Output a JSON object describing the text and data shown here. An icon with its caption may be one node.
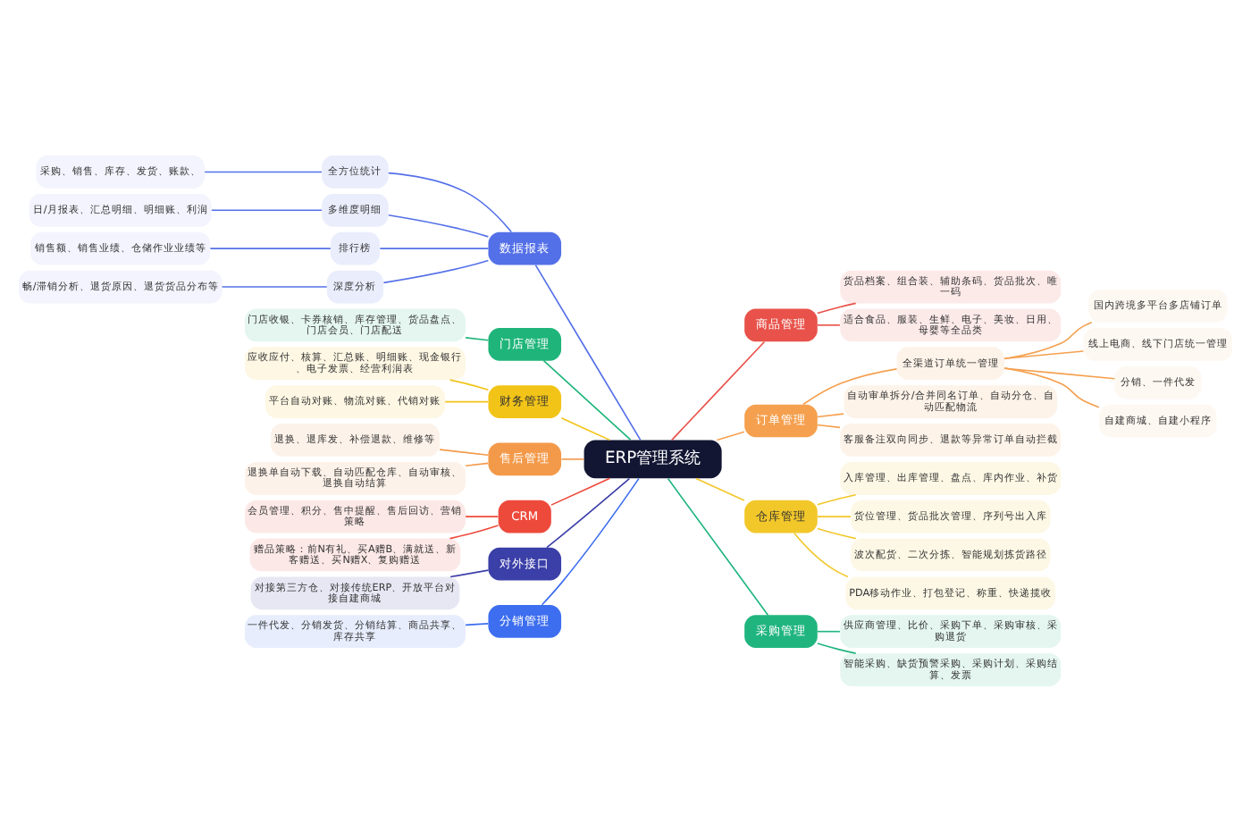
{
  "diagram": {
    "nodes": [
      {
        "text": [
          "ERP管理系统"
        ]
      },
      {
        "text": [
          "数据报表"
        ]
      },
      {
        "text": [
          "全方位统计"
        ]
      },
      {
        "text": [
          "采购、销售、库存、发货、账款、"
        ]
      },
      {
        "text": [
          "多维度明细"
        ]
      },
      {
        "text": [
          "日/月报表、汇总明细、明细账、利润"
        ]
      },
      {
        "text": [
          "排行榜"
        ]
      },
      {
        "text": [
          "销售额、销售业绩、仓储作业业绩等"
        ]
      },
      {
        "text": [
          "深度分析"
        ]
      },
      {
        "text": [
          "畅/滞销分析、退货原因、退货货品分布等"
        ]
      },
      {
        "text": [
          "门店管理"
        ]
      },
      {
        "text": [
          "门店收银、卡券核销、库存管理、货品盘点、门店会员、门店配送"
        ]
      },
      {
        "text": [
          "财务管理"
        ]
      },
      {
        "text": [
          "应收应付、核算、汇总账、明细账、现金银行、电子发票、经营利润表"
        ]
      },
      {
        "text": [
          "平台自动对账、物流对账、代销对账"
        ]
      },
      {
        "text": [
          "售后管理"
        ]
      },
      {
        "text": [
          "退换、退库发、补偿退款、维修等"
        ]
      },
      {
        "text": [
          "退换单自动下载、自动匹配仓库、自动审核、退换自动结算"
        ]
      },
      {
        "text": [
          "CRM"
        ]
      },
      {
        "text": [
          "会员管理、积分、售中提醒、售后回访、营销策略"
        ]
      },
      {
        "text": [
          "赠品策略：前N有礼、买A赠B、满就送、新客赠送、买N赠X、复购赠送"
        ]
      },
      {
        "text": [
          "对外接口"
        ]
      },
      {
        "text": [
          "对接第三方仓、对接传统ERP、开放平台对接自建商城"
        ]
      },
      {
        "text": [
          "分销管理"
        ]
      },
      {
        "text": [
          "一件代发、分销发货、分销结算、商品共享、库存共享"
        ]
      },
      {
        "text": [
          "商品管理"
        ]
      },
      {
        "text": [
          "货品档案、组合装、辅助条码、货品批次、唯一码"
        ]
      },
      {
        "text": [
          "适合食品、服装、生鲜、电子、美妆、日用、母婴等全品类"
        ]
      },
      {
        "text": [
          "订单管理"
        ]
      },
      {
        "text": [
          "全渠道订单统一管理"
        ]
      },
      {
        "text": [
          "国内跨境多平台多店铺订单"
        ]
      },
      {
        "text": [
          "线上电商、线下门店统一管理"
        ]
      },
      {
        "text": [
          "分销、一件代发"
        ]
      },
      {
        "text": [
          "自建商城、自建小程序"
        ]
      },
      {
        "text": [
          "自动审单拆分/合并同名订单、自动分仓、自动匹配物流"
        ]
      },
      {
        "text": [
          "客服备注双向同步、退款等异常订单自动拦截"
        ]
      },
      {
        "text": [
          "仓库管理"
        ]
      },
      {
        "text": [
          "入库管理、出库管理、盘点、库内作业、补货"
        ]
      },
      {
        "text": [
          "货位管理、货品批次管理、序列号出入库"
        ]
      },
      {
        "text": [
          "波次配货、二次分拣、智能规划拣货路径"
        ]
      },
      {
        "text": [
          "PDA移动作业、打包登记、称重、快递揽收"
        ]
      },
      {
        "text": [
          "采购管理"
        ]
      },
      {
        "text": [
          "供应商管理、比价、采购下单、采购审核、采购退货"
        ]
      },
      {
        "text": [
          "智能采购、缺货预警采购、采购计划、采购结算、发票"
        ]
      }
    ],
    "edges": [
      {
        "from": 0,
        "to": 1,
        "arrow": "none",
        "color": "#5470e8"
      },
      {
        "from": 1,
        "to": 2,
        "arrow": "none",
        "color": "#5470e8"
      },
      {
        "from": 2,
        "to": 3,
        "arrow": "none",
        "color": "#5470e8"
      },
      {
        "from": 1,
        "to": 4,
        "arrow": "none",
        "color": "#5470e8"
      },
      {
        "from": 4,
        "to": 5,
        "arrow": "none",
        "color": "#5470e8"
      },
      {
        "from": 1,
        "to": 6,
        "arrow": "none",
        "color": "#5470e8"
      },
      {
        "from": 6,
        "to": 7,
        "arrow": "none",
        "color": "#5470e8"
      },
      {
        "from": 1,
        "to": 8,
        "arrow": "none",
        "color": "#5470e8"
      },
      {
        "from": 8,
        "to": 9,
        "arrow": "none",
        "color": "#5470e8"
      },
      {
        "from": 0,
        "to": 10,
        "arrow": "none",
        "color": "#1fb57a"
      },
      {
        "from": 10,
        "to": 11,
        "arrow": "none",
        "color": "#1fb57a"
      },
      {
        "from": 0,
        "to": 12,
        "arrow": "none",
        "color": "#f2c418"
      },
      {
        "from": 12,
        "to": 13,
        "arrow": "none",
        "color": "#f2c418"
      },
      {
        "from": 12,
        "to": 14,
        "arrow": "none",
        "color": "#f2c418"
      },
      {
        "from": 0,
        "to": 15,
        "arrow": "none",
        "color": "#f39a4a"
      },
      {
        "from": 15,
        "to": 16,
        "arrow": "none",
        "color": "#f39a4a"
      },
      {
        "from": 15,
        "to": 17,
        "arrow": "none",
        "color": "#f39a4a"
      },
      {
        "from": 0,
        "to": 18,
        "arrow": "none",
        "color": "#ee4a3c"
      },
      {
        "from": 18,
        "to": 19,
        "arrow": "none",
        "color": "#ee4a3c"
      },
      {
        "from": 18,
        "to": 20,
        "arrow": "none",
        "color": "#ee4a3c"
      },
      {
        "from": 0,
        "to": 21,
        "arrow": "none",
        "color": "#3b3fa8"
      },
      {
        "from": 21,
        "to": 22,
        "arrow": "none",
        "color": "#3b3fa8"
      },
      {
        "from": 0,
        "to": 23,
        "arrow": "none",
        "color": "#3d6ef0"
      },
      {
        "from": 23,
        "to": 24,
        "arrow": "none",
        "color": "#3d6ef0"
      },
      {
        "from": 0,
        "to": 25,
        "arrow": "none",
        "color": "#e8524a"
      },
      {
        "from": 25,
        "to": 26,
        "arrow": "none",
        "color": "#e8524a"
      },
      {
        "from": 25,
        "to": 27,
        "arrow": "none",
        "color": "#e8524a"
      },
      {
        "from": 0,
        "to": 28,
        "arrow": "none",
        "color": "#f5a04f"
      },
      {
        "from": 28,
        "to": 29,
        "arrow": "none",
        "color": "#f5a04f"
      },
      {
        "from": 29,
        "to": 30,
        "arrow": "none",
        "color": "#f5a04f"
      },
      {
        "from": 29,
        "to": 31,
        "arrow": "none",
        "color": "#f5a04f"
      },
      {
        "from": 29,
        "to": 32,
        "arrow": "none",
        "color": "#f5a04f"
      },
      {
        "from": 29,
        "to": 33,
        "arrow": "none",
        "color": "#f5a04f"
      },
      {
        "from": 28,
        "to": 34,
        "arrow": "none",
        "color": "#f5a04f"
      },
      {
        "from": 28,
        "to": 35,
        "arrow": "none",
        "color": "#f5a04f"
      },
      {
        "from": 0,
        "to": 36,
        "arrow": "none",
        "color": "#f2c72a"
      },
      {
        "from": 36,
        "to": 37,
        "arrow": "none",
        "color": "#f2c72a"
      },
      {
        "from": 36,
        "to": 38,
        "arrow": "none",
        "color": "#f2c72a"
      },
      {
        "from": 36,
        "to": 39,
        "arrow": "none",
        "color": "#f2c72a"
      },
      {
        "from": 36,
        "to": 40,
        "arrow": "none",
        "color": "#f2c72a"
      },
      {
        "from": 0,
        "to": 41,
        "arrow": "none",
        "color": "#20b57f"
      },
      {
        "from": 41,
        "to": 42,
        "arrow": "none",
        "color": "#20b57f"
      },
      {
        "from": 41,
        "to": 43,
        "arrow": "none",
        "color": "#20b57f"
      }
    ]
  }
}
